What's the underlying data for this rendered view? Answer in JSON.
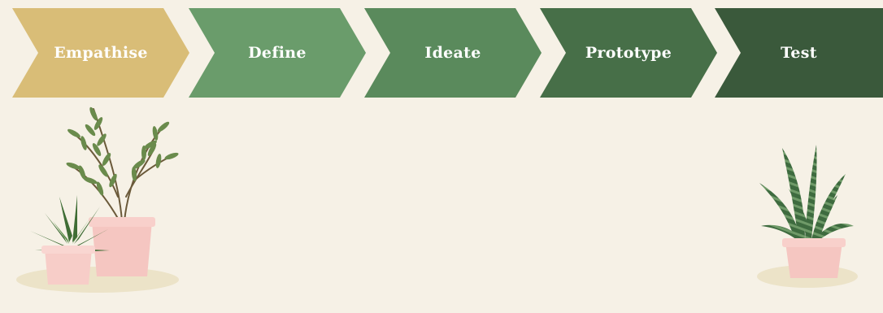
{
  "process": {
    "steps": [
      {
        "label": "Empathise",
        "color": "#d9bd77"
      },
      {
        "label": "Define",
        "color": "#6a9c6b"
      },
      {
        "label": "Ideate",
        "color": "#5a8a5c"
      },
      {
        "label": "Prototype",
        "color": "#476f48"
      },
      {
        "label": "Test",
        "color": "#3a593b"
      }
    ]
  },
  "illustrations": {
    "left": "potted-plants-icon",
    "right": "snake-plant-icon"
  }
}
